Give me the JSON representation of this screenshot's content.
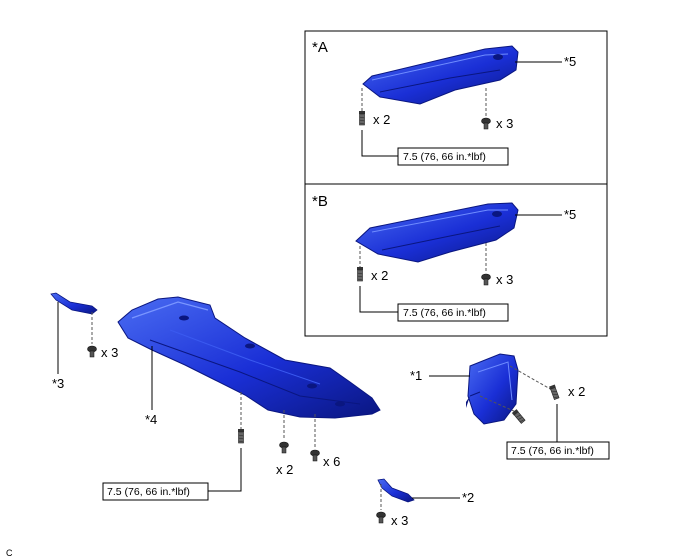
{
  "inset_a": {
    "title": "*A",
    "part_label": "*5",
    "qty_bolt": "x 2",
    "qty_nut": "x 3",
    "torque": "7.5 (76, 66 in.*lbf)"
  },
  "inset_b": {
    "title": "*B",
    "part_label": "*5",
    "qty_bolt": "x 2",
    "qty_nut": "x 3",
    "torque": "7.5 (76, 66 in.*lbf)"
  },
  "main": {
    "part3_label": "*3",
    "part3_qty": "x 3",
    "part4_label": "*4",
    "qty_x2": "x 2",
    "qty_x6": "x 6",
    "torque_main": "7.5 (76, 66 in.*lbf)",
    "part1_label": "*1",
    "part1_qty": "x 2",
    "torque_part1": "7.5 (76, 66 in.*lbf)",
    "part2_label": "*2",
    "part2_qty": "x 3"
  },
  "corner_mark": "C",
  "colors": {
    "part_blue": "#1a2fd6",
    "part_dark": "#0a1680",
    "part_light": "#4a6cf2"
  }
}
